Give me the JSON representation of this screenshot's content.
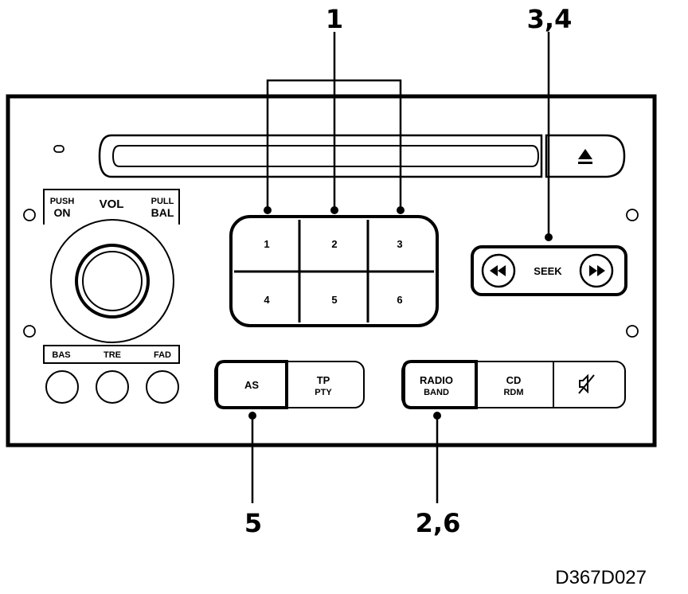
{
  "callouts": {
    "presets": "1",
    "seek": "3,4",
    "as": "5",
    "radio": "2,6"
  },
  "knob": {
    "push": "PUSH",
    "on": "ON",
    "vol": "VOL",
    "pull": "PULL",
    "bal": "BAL"
  },
  "tone": {
    "bas": "BAS",
    "tre": "TRE",
    "fad": "FAD"
  },
  "presets": [
    "1",
    "2",
    "3",
    "4",
    "5",
    "6"
  ],
  "seek_label": "SEEK",
  "as_label": "AS",
  "tp": {
    "top": "TP",
    "bottom": "PTY"
  },
  "radio": {
    "top": "RADIO",
    "bottom": "BAND"
  },
  "cd": {
    "top": "CD",
    "bottom": "RDM"
  },
  "figure_code": "D367D027",
  "icons": [
    "eject-icon",
    "rewind-icon",
    "fast-forward-icon",
    "mute-icon"
  ]
}
